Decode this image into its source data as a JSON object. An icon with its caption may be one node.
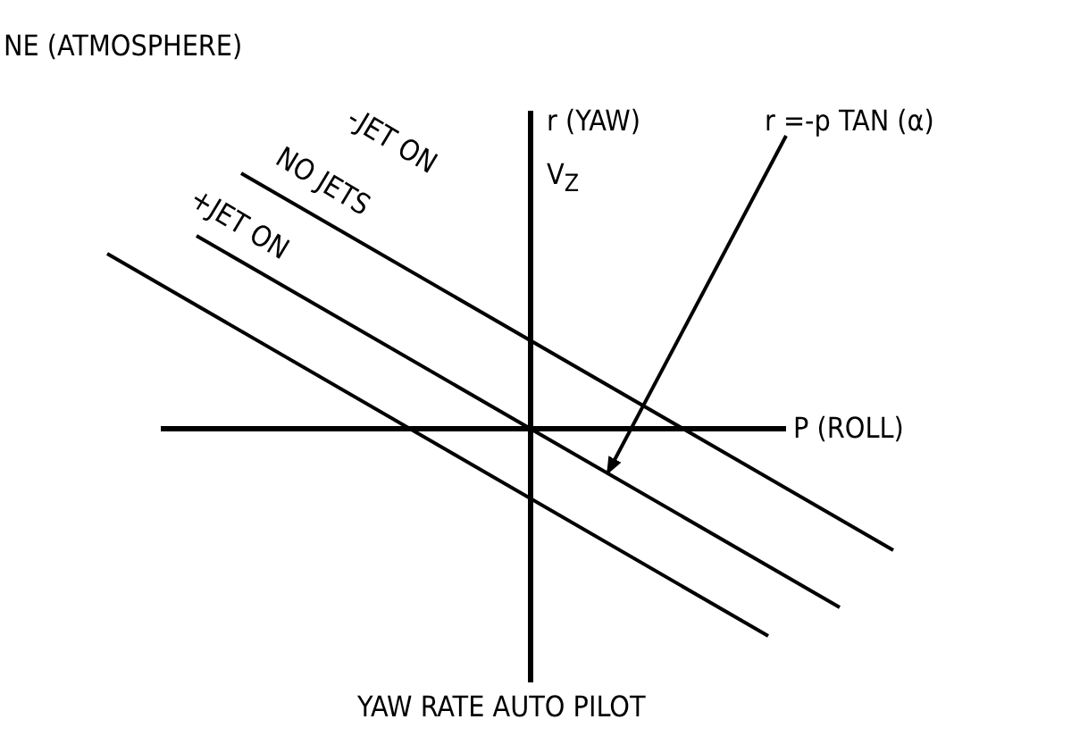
{
  "diagram": {
    "nodes": [
      {
        "text": [
          "r =-p TAN (α)"
        ]
      },
      {
        "text": [],
        "shape": "line",
        "beside": [
          "NO JETS"
        ]
      }
    ],
    "edges": [
      {
        "from": 0,
        "to": 1,
        "arrow": "to"
      }
    ],
    "labels": [
      "NE (ATMOSPHERE)",
      "r (YAW)",
      "V$_{Z}$",
      "-JET ON",
      "+JET ON",
      "P (ROLL)",
      "YAW RATE AUTO PILOT"
    ]
  }
}
